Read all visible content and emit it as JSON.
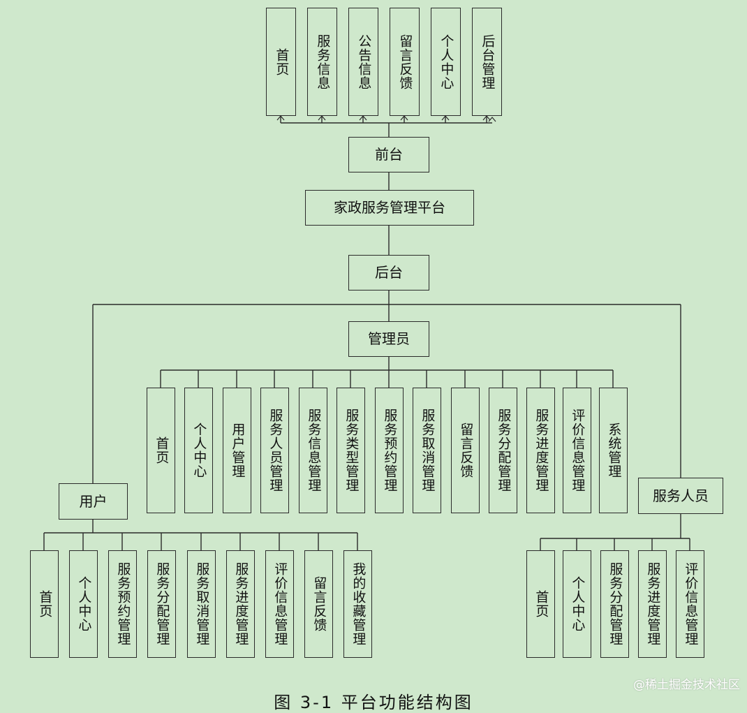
{
  "platform": "家政服务管理平台",
  "frontend": {
    "label": "前台",
    "items": [
      "首页",
      "服务信息",
      "公告信息",
      "留言反馈",
      "个人中心",
      "后台管理"
    ]
  },
  "backend": {
    "label": "后台"
  },
  "admin": {
    "label": "管理员",
    "items": [
      "首页",
      "个人中心",
      "用户管理",
      "服务人员管理",
      "服务信息管理",
      "服务类型管理",
      "服务预约管理",
      "服务取消管理",
      "留言反馈",
      "服务分配管理",
      "服务进度管理",
      "评价信息管理",
      "系统管理"
    ]
  },
  "user": {
    "label": "用户",
    "items": [
      "首页",
      "个人中心",
      "服务预约管理",
      "服务分配管理",
      "服务取消管理",
      "服务进度管理",
      "评价信息管理",
      "留言反馈",
      "我的收藏管理"
    ]
  },
  "staff": {
    "label": "服务人员",
    "items": [
      "首页",
      "个人中心",
      "服务分配管理",
      "服务进度管理",
      "评价信息管理"
    ]
  },
  "caption": "图 3-1 平台功能结构图",
  "watermark": "@稀土掘金技术社区",
  "colors": {
    "background": "#cfe8cc",
    "line": "#2a2a2a"
  }
}
